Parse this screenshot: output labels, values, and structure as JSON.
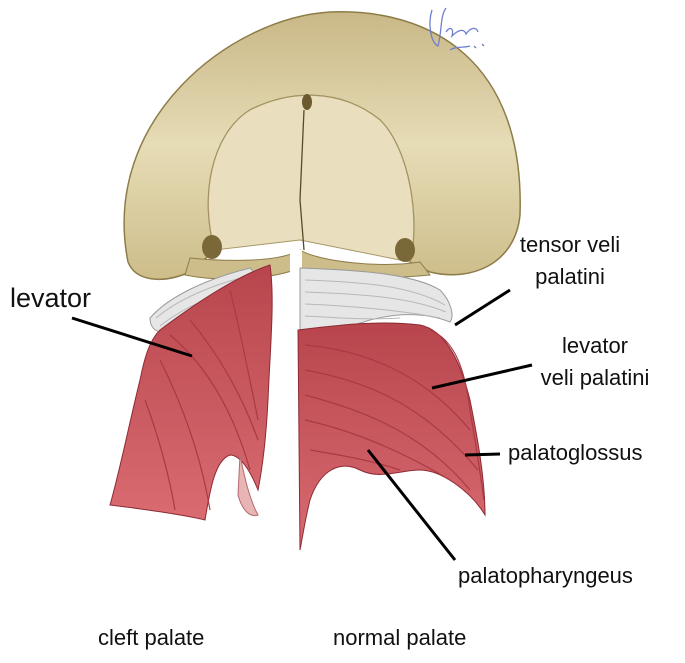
{
  "labels": {
    "levator_left": "levator",
    "tensor_line1": "tensor veli",
    "tensor_line2": "palatini",
    "levator_veli_line1": "levator",
    "levator_veli_line2": "veli palatini",
    "palatoglossus": "palatoglossus",
    "palatopharyngeus": "palatopharyngeus",
    "cleft_palate": "cleft palate",
    "normal_palate": "normal palate"
  },
  "signature": "Jwlow MD",
  "colors": {
    "bone": "#d8c99a",
    "bone_shadow": "#9c8a55",
    "muscle": "#c9535a",
    "muscle_dark": "#9b2f38",
    "tendon": "#e2e2e2",
    "leader_line": "#000000",
    "signature_ink": "#6f7fd0"
  }
}
